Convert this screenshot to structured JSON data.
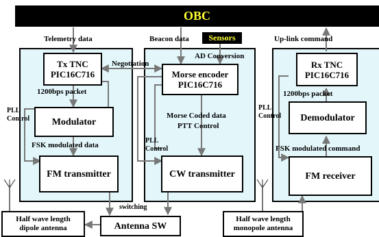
{
  "obc": {
    "label": "OBC",
    "color": "#000000",
    "text_color": "#ffff33"
  },
  "panel_fill": "#e3f7fb",
  "headers": {
    "telemetry": "Telemetry data",
    "beacon": "Beacon data",
    "uplink": "Up-link command"
  },
  "sensors": {
    "label": "Sensors"
  },
  "tx_tnc": {
    "line1": "Tx TNC",
    "line2": "PIC16C716"
  },
  "morse_encoder": {
    "line1": "Morse encoder",
    "line2": "PIC16C716"
  },
  "rx_tnc": {
    "line1": "Rx TNC",
    "line2": "PIC16C716"
  },
  "modulator": {
    "label": "Modulator"
  },
  "demodulator": {
    "label": "Demodulator"
  },
  "fm_transmitter": {
    "label": "FM transmitter"
  },
  "cw_transmitter": {
    "label": "CW transmitter"
  },
  "fm_receiver": {
    "label": "FM receiver"
  },
  "antenna_sw": {
    "label": "Antenna SW"
  },
  "dipole": {
    "line1": "Half wave length",
    "line2": "dipole antenna"
  },
  "monopole": {
    "line1": "Half wave length",
    "line2": "monopole antenna"
  },
  "labels": {
    "negotiation": "Negotiation",
    "ad_conversion": "AD Conversion",
    "tx_packet": "1200bps packet",
    "rx_packet": "1200bps packet",
    "pll": "PLL",
    "control": "Control",
    "morse_coded": "Morse Coded data",
    "ptt_control": "PTT Control",
    "fsk_tx": "FSK modulated data",
    "fsk_rx": "FSK modulated command",
    "switching": "switching"
  }
}
